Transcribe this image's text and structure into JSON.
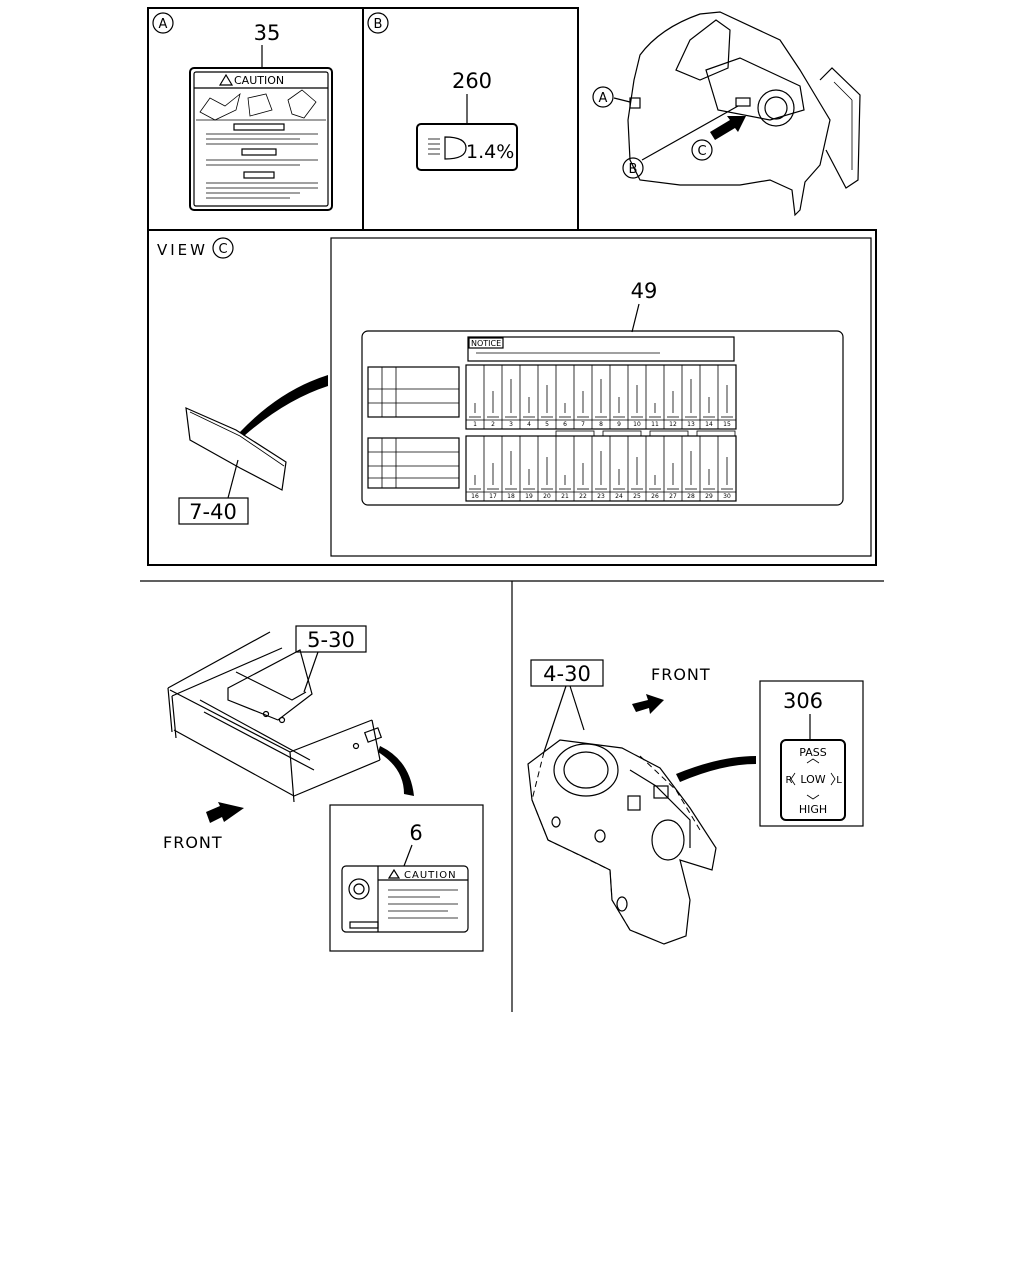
{
  "views": {
    "a": {
      "letter": "A",
      "part": "35",
      "sign": "CAUTION"
    },
    "b": {
      "letter": "B",
      "part": "260",
      "value": "1.4%"
    },
    "overview": {
      "a": "A",
      "b": "B",
      "c": "C"
    },
    "c": {
      "title": "VIEW",
      "letter": "C",
      "part": "49",
      "ref": "7-40",
      "notice": "NOTICE",
      "top_nums": [
        "1",
        "2",
        "3",
        "4",
        "5",
        "6",
        "7",
        "8",
        "9",
        "10",
        "11",
        "12",
        "13",
        "14",
        "15"
      ],
      "bot_nums": [
        "16",
        "17",
        "18",
        "19",
        "20",
        "21",
        "22",
        "23",
        "24",
        "25",
        "26",
        "27",
        "28",
        "29",
        "30"
      ]
    }
  },
  "frame": {
    "ref": "5-30",
    "front": "FRONT",
    "part": "6",
    "sign": "CAUTION"
  },
  "switch": {
    "ref": "4-30",
    "front": "FRONT",
    "part": "306",
    "pass": "PASS",
    "r": "R",
    "low": "LOW",
    "l": "L",
    "high": "HIGH"
  }
}
